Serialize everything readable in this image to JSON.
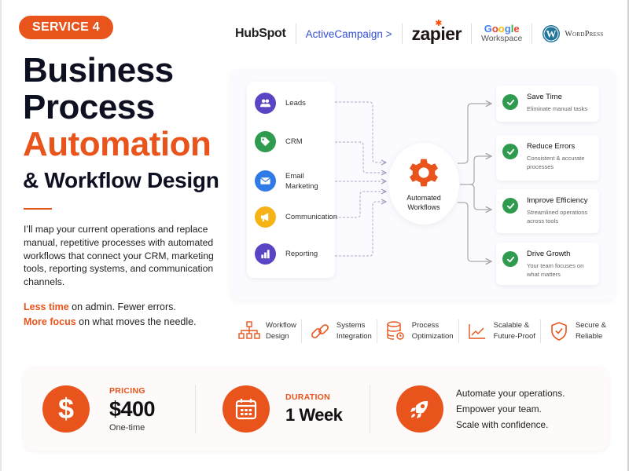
{
  "badge": "SERVICE 4",
  "title": {
    "line1": "Business",
    "line2": "Process",
    "line3": "Automation",
    "line4": "& Workflow Design"
  },
  "description": "I’ll map your current operations and replace manual, repetitive processes with automated workflows that connect your CRM, marketing tools, reporting systems, and communication channels.",
  "taglines": [
    {
      "highlight": "Less time",
      "rest": " on admin. Fewer errors."
    },
    {
      "highlight": "More focus",
      "rest": " on what moves the needle."
    }
  ],
  "logos": [
    {
      "name": "HubSpot",
      "icon": "hubspot-logo"
    },
    {
      "name": "ActiveCampaign >",
      "icon": "activecampaign-logo"
    },
    {
      "name": "zapier",
      "icon": "zapier-logo"
    },
    {
      "name": "Google",
      "sub": "Workspace",
      "icon": "google-workspace-logo"
    },
    {
      "name": "WordPress",
      "icon": "wordpress-logo"
    }
  ],
  "diagram": {
    "inputs": [
      {
        "label": "Leads",
        "icon": "users-icon",
        "color": "#5b44c4"
      },
      {
        "label": "CRM",
        "icon": "tag-icon",
        "color": "#2e9b4e"
      },
      {
        "label": "Email Marketing",
        "icon": "mail-icon",
        "color": "#2e7be6"
      },
      {
        "label": "Communication",
        "icon": "megaphone-icon",
        "color": "#f5b316"
      },
      {
        "label": "Reporting",
        "icon": "bar-chart-icon",
        "color": "#5b44c4"
      }
    ],
    "center": {
      "label_line1": "Automated",
      "label_line2": "Workflows",
      "icon": "gear-icon",
      "color": "#e8541c"
    },
    "outputs": [
      {
        "title": "Save Time",
        "subtitle": "Eliminate manual tasks"
      },
      {
        "title": "Reduce Errors",
        "subtitle": "Consistent & accurate processes"
      },
      {
        "title": "Improve Efficiency",
        "subtitle": "Streamlined operations across tools"
      },
      {
        "title": "Drive Growth",
        "subtitle": "Your team focuses on what matters"
      }
    ]
  },
  "features": [
    {
      "line1": "Workflow",
      "line2": "Design",
      "icon": "org-chart-icon"
    },
    {
      "line1": "Systems",
      "line2": "Integration",
      "icon": "link-icon"
    },
    {
      "line1": "Process",
      "line2": "Optimization",
      "icon": "database-icon"
    },
    {
      "line1": "Scalable &",
      "line2": "Future-Proof",
      "icon": "trend-icon"
    },
    {
      "line1": "Secure &",
      "line2": "Reliable",
      "icon": "shield-check-icon"
    }
  ],
  "pricing": {
    "caption": "PRICING",
    "value": "$400",
    "note": "One-time"
  },
  "duration": {
    "caption": "DURATION",
    "value": "1 Week"
  },
  "closing": [
    "Automate your operations.",
    "Empower your team.",
    "Scale with confidence."
  ],
  "colors": {
    "accent": "#e8541c",
    "success": "#2e9b4e",
    "dark": "#0d1020"
  }
}
